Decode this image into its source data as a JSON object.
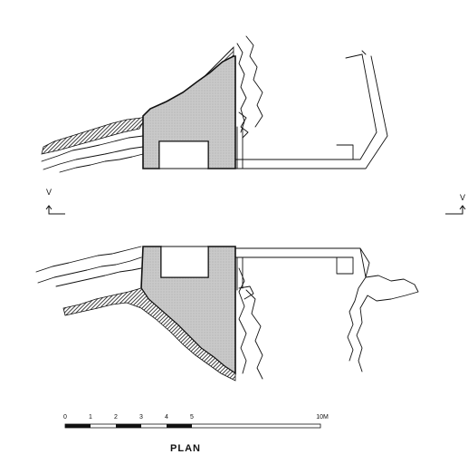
{
  "title": "PLAN",
  "scale_bar": {
    "ticks": [
      "0",
      "1",
      "2",
      "3",
      "4",
      "5",
      "10M"
    ]
  },
  "north_arrows": [
    {
      "label": "V"
    },
    {
      "label": "V"
    }
  ],
  "colors": {
    "line": "#111111",
    "fill_masonry": "#c9c9c9",
    "hatch": "#111111",
    "background": "#ffffff"
  }
}
